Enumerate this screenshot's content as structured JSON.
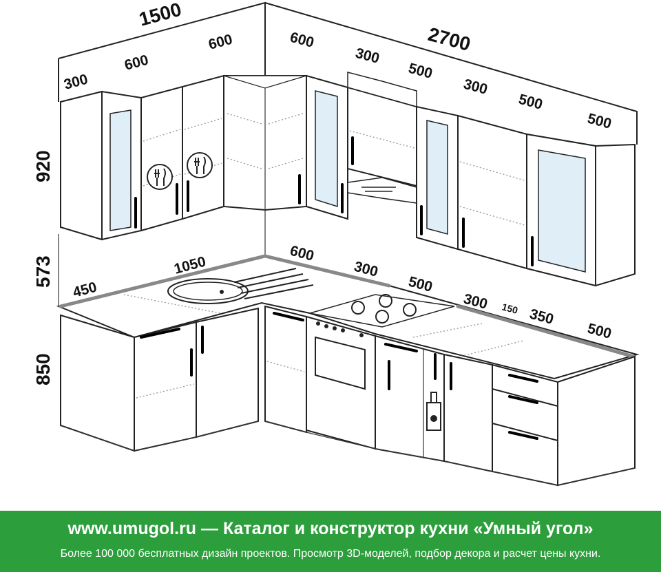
{
  "dimensions": {
    "top_total_left": "1500",
    "top_total_right": "2700",
    "height_upper": "920",
    "height_gap": "573",
    "height_lower": "850",
    "upper_300_left": "300",
    "upper_600_left": "600",
    "upper_600_corner": "600",
    "upper_600_right": "600",
    "upper_300_mid": "300",
    "upper_500_a": "500",
    "upper_300_b": "300",
    "upper_500_c": "500",
    "upper_500_d": "500",
    "lower_450": "450",
    "lower_1050": "1050",
    "lower_600": "600",
    "lower_300": "300",
    "lower_500": "500",
    "lower_300_b": "300",
    "lower_150": "150",
    "lower_350": "350",
    "lower_500_end": "500"
  },
  "banner": {
    "title": "www.umugol.ru — Каталог и конструктор кухни «Умный угол»",
    "subtitle": "Более 100 000 бесплатных дизайн проектов. Просмотр 3D-моделей, подбор декора и расчет цены кухни."
  },
  "colors": {
    "banner": "#2c9e3c",
    "glass": "#dfeef7",
    "countertop_edge": "#888888"
  },
  "icons": [
    "cutlery-icon",
    "cutlery-icon",
    "bottle-icon",
    "range-hood-icon",
    "sink-icon",
    "gas-burner-icon"
  ]
}
